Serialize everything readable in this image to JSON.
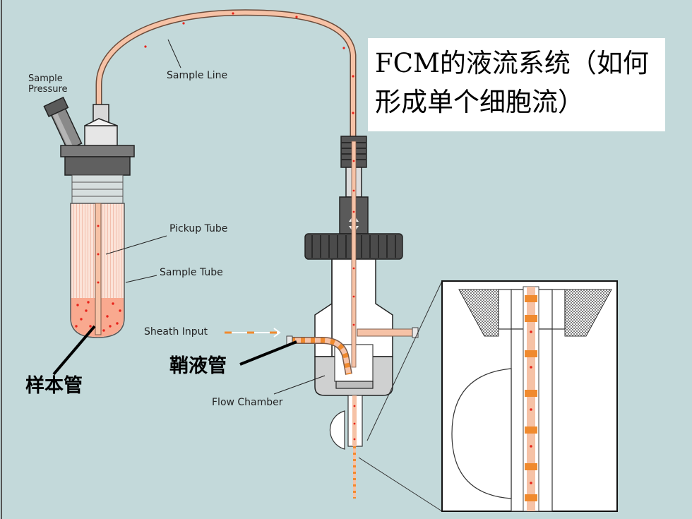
{
  "title": "FCM的液流系统（如何形成单个细胞流）",
  "labels": {
    "sample_pressure_line1": "Sample",
    "sample_pressure_line2": "Pressure",
    "sample_line": "Sample Line",
    "pickup_tube": "Pickup Tube",
    "sample_tube": "Sample Tube",
    "sheath_input": "Sheath Input",
    "flow_chamber": "Flow Chamber"
  },
  "annotations": {
    "sample_tube_cn": "样本管",
    "sheath_tube_cn": "鞘液管"
  },
  "colors": {
    "background": "#c3d9da",
    "tube_fill": "#f6c2a6",
    "sample_liquid": "#f9a98f",
    "cell_dot": "#e8231a",
    "sheath_dash": "#f08a2e"
  }
}
